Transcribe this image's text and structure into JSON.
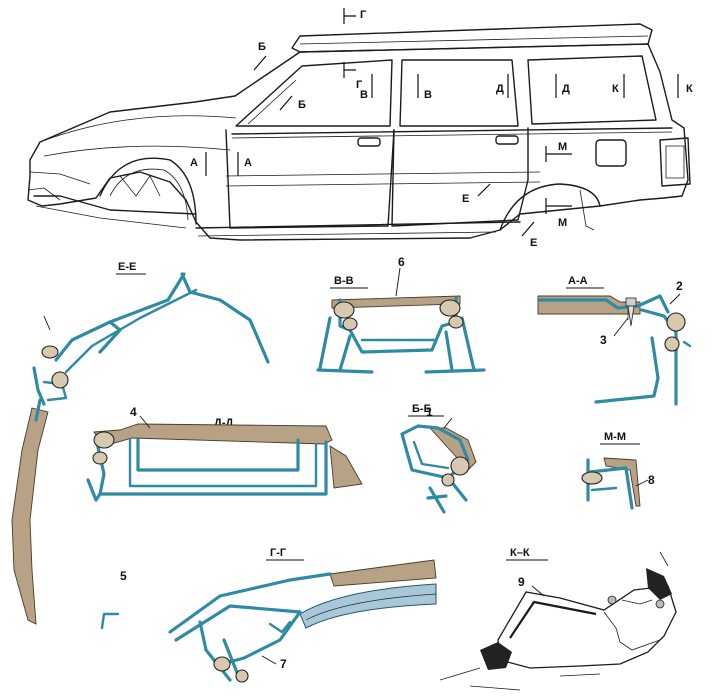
{
  "car_markers": {
    "g_top": "Г",
    "b_upper": "Б",
    "g_mid": "Г",
    "b_lower": "Б",
    "v_left": "В",
    "v_right": "В",
    "d_left": "Д",
    "d_right": "Д",
    "k_left": "К",
    "k_right": "К",
    "a_left": "А",
    "a_right": "А",
    "m_upper": "М",
    "m_lower": "М",
    "e_upper": "Е",
    "e_lower": "Е"
  },
  "sections": {
    "ee": "Е-Е",
    "vv": "В-В",
    "aa": "А-А",
    "dd": "Д-Д",
    "bb": "Б-Б",
    "mm": "М-М",
    "gg": "Г-Г",
    "kk": "К–К"
  },
  "callouts": {
    "c1": "1",
    "c2": "2",
    "c3": "3",
    "c4": "4",
    "c5": "5",
    "c6": "6",
    "c7": "7",
    "c8": "8",
    "c9": "9"
  },
  "colors": {
    "panel": "#2f8aa3",
    "trim": "#b8a285",
    "outline": "#1b1b1b"
  }
}
